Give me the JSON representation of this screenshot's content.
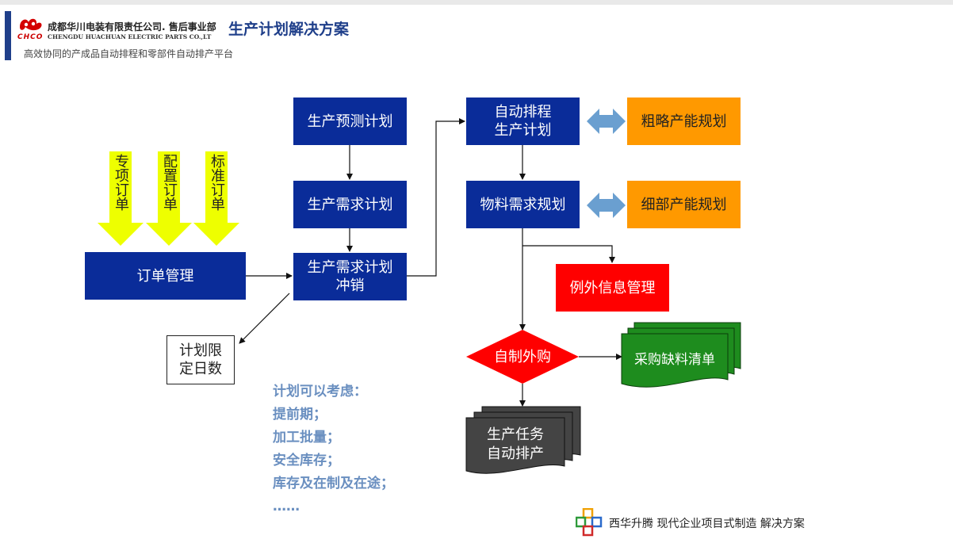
{
  "header": {
    "logo_text": "CHCO",
    "company_cn": "成都华川电装有限责任公司. 售后事业部",
    "company_en": "CHENGDU HUACHUAN ELECTRIC PARTS CO.,LT",
    "title": "生产计划解决方案",
    "subtitle": "高效协同的产成品自动排程和零部件自动排产平台"
  },
  "order_inputs": [
    {
      "label": "专项订单"
    },
    {
      "label": "配置订单"
    },
    {
      "label": "标准订单"
    }
  ],
  "nodes": {
    "order_mgmt": "订单管理",
    "forecast_plan": "生产预测计划",
    "demand_plan": "生产需求计划",
    "demand_offset_line1": "生产需求计划",
    "demand_offset_line2": "冲销",
    "auto_schedule_line1": "自动排程",
    "auto_schedule_line2": "生产计划",
    "rough_capacity": "粗略产能规划",
    "mrp": "物料需求规划",
    "detail_capacity": "细部产能规划",
    "exception_mgmt": "例外信息管理",
    "make_or_buy": "自制外购",
    "purchase_shortage": "采购缺料清单",
    "task_line1": "生产任务",
    "task_line2": "自动排产",
    "limit_line1": "计划限",
    "limit_line2": "定日数"
  },
  "notes": {
    "heading": "计划可以考虑：",
    "items": [
      "提前期；",
      "加工批量；",
      "安全库存；",
      "库存及在制及在途；",
      "……"
    ]
  },
  "footer": {
    "text": "西华升腾  现代企业项目式制造 解决方案"
  },
  "colors": {
    "blue_box": "#0a2c99",
    "orange_box": "#ff9900",
    "red_box": "#ff0000",
    "yellow_arrow": "#eeff00",
    "green_doc": "#1e8c1e",
    "gray_doc": "#444444",
    "double_arrow": "#6a9fd0"
  }
}
